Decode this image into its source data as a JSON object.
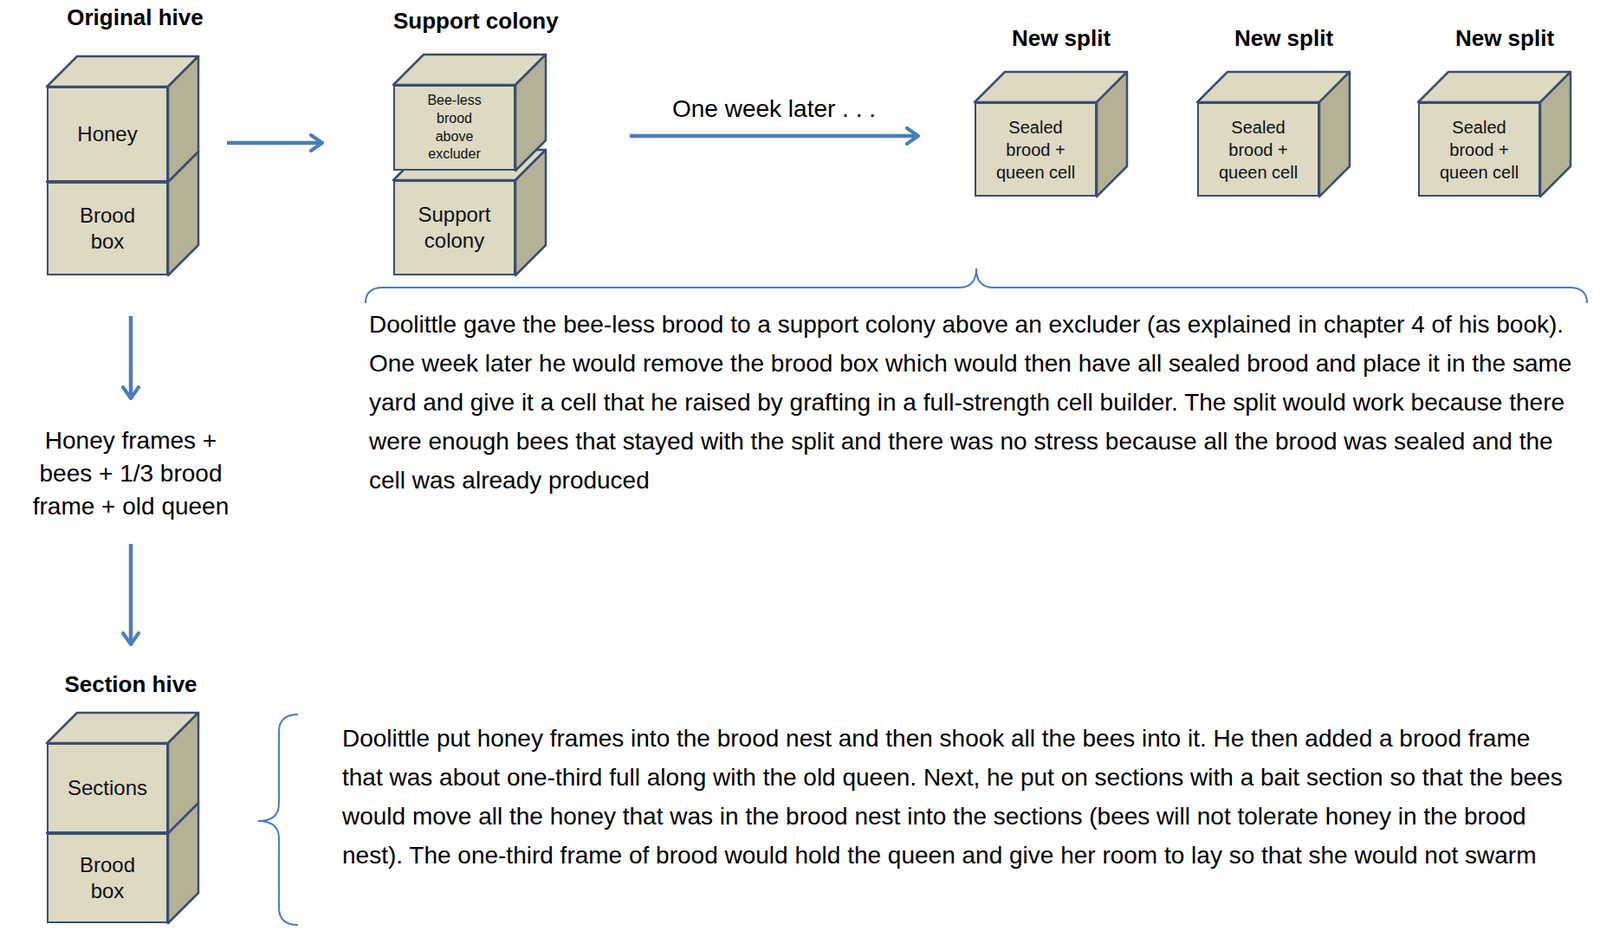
{
  "diagram": {
    "nodes": [
      {
        "text": [
          "Original hive"
        ]
      },
      {
        "text": [
          "Honey"
        ],
        "in": 0
      },
      {
        "text": [
          "Brood box"
        ],
        "in": 0
      },
      {
        "text": [
          "Support colony"
        ]
      },
      {
        "text": [
          "Bee-less brood above excluder"
        ],
        "in": 3
      },
      {
        "text": [
          "Support colony"
        ],
        "in": 3
      },
      {
        "text": [
          "New split",
          "Sealed brood + queen cell"
        ]
      },
      {
        "text": [
          "New split",
          "Sealed brood + queen cell"
        ]
      },
      {
        "text": [
          "New split",
          "Sealed brood + queen cell"
        ]
      },
      {
        "text": [
          "Honey frames + bees + 1/3 brood frame + old queen"
        ]
      },
      {
        "text": [
          "Section hive"
        ]
      },
      {
        "text": [
          "Sections"
        ],
        "in": 10
      },
      {
        "text": [
          "Brood box"
        ],
        "in": 10
      }
    ],
    "edges": [
      {
        "from": 0,
        "to": 3,
        "arrow": "to"
      },
      {
        "from": 3,
        "to": 6,
        "label": "One week later . . .",
        "arrow": "to"
      },
      {
        "from": 0,
        "to": 9,
        "arrow": "to"
      },
      {
        "from": 9,
        "to": 10,
        "arrow": "to"
      }
    ],
    "labels": [
      "Doolittle gave the bee-less brood to a support colony above an excluder (as explained in chapter 4 of his book). One week later he would remove the brood box which would then have all sealed brood and place it in the same yard and give it a cell that he raised by grafting in a full-strength cell builder. The split would work because there were enough bees that stayed with the split and there was no stress because all the brood was sealed and the cell was already produced",
      "Doolittle put honey frames into the brood nest and then shook all the bees into it. He then added a brood frame that was about one-third full along with the old queen. Next, he put on sections with a bait section so that the bees would move all the honey that was in the brood nest into the sections (bees will not tolerate honey in the brood nest). The one-third frame of brood would hold the queen and give her room to lay so that she would not swarm"
    ]
  }
}
